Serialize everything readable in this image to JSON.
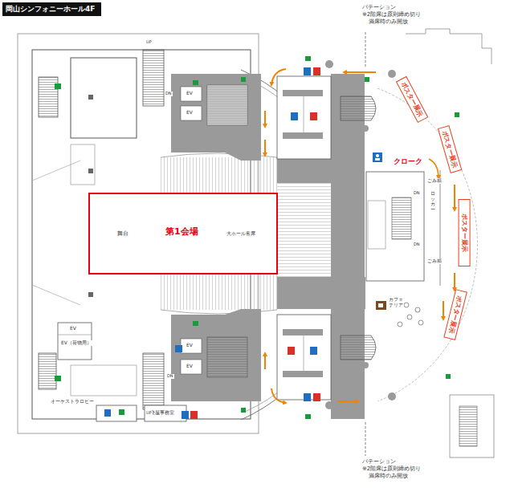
{
  "diagram": {
    "title": "岡山シンフォニーホール4F",
    "nodes": [
      {
        "text": [
          "舞台",
          "第1会場",
          "大ホール客席"
        ]
      },
      {
        "text": [
          "ポスター展示"
        ]
      },
      {
        "text": [
          "ポスター展示"
        ]
      },
      {
        "text": [
          "ポスター展示"
        ]
      },
      {
        "text": [
          "ポスター展示"
        ]
      }
    ],
    "labels": [
      "パテーション",
      "※2階席は原則締め切り",
      "満席時のみ開放",
      "クローク",
      "ごみ箱",
      "ロッカー",
      "ごみ箱",
      "カフェテリア",
      "EV",
      "EV",
      "EV",
      "EV",
      "EV",
      "EV（荷物用）",
      "オーケストラロビー",
      "楽屋事務室",
      "UP",
      "DN",
      "UP",
      "DN",
      "DN",
      "DN",
      "パテーション",
      "※2階席は原則締め切り",
      "満席時のみ開放"
    ]
  }
}
